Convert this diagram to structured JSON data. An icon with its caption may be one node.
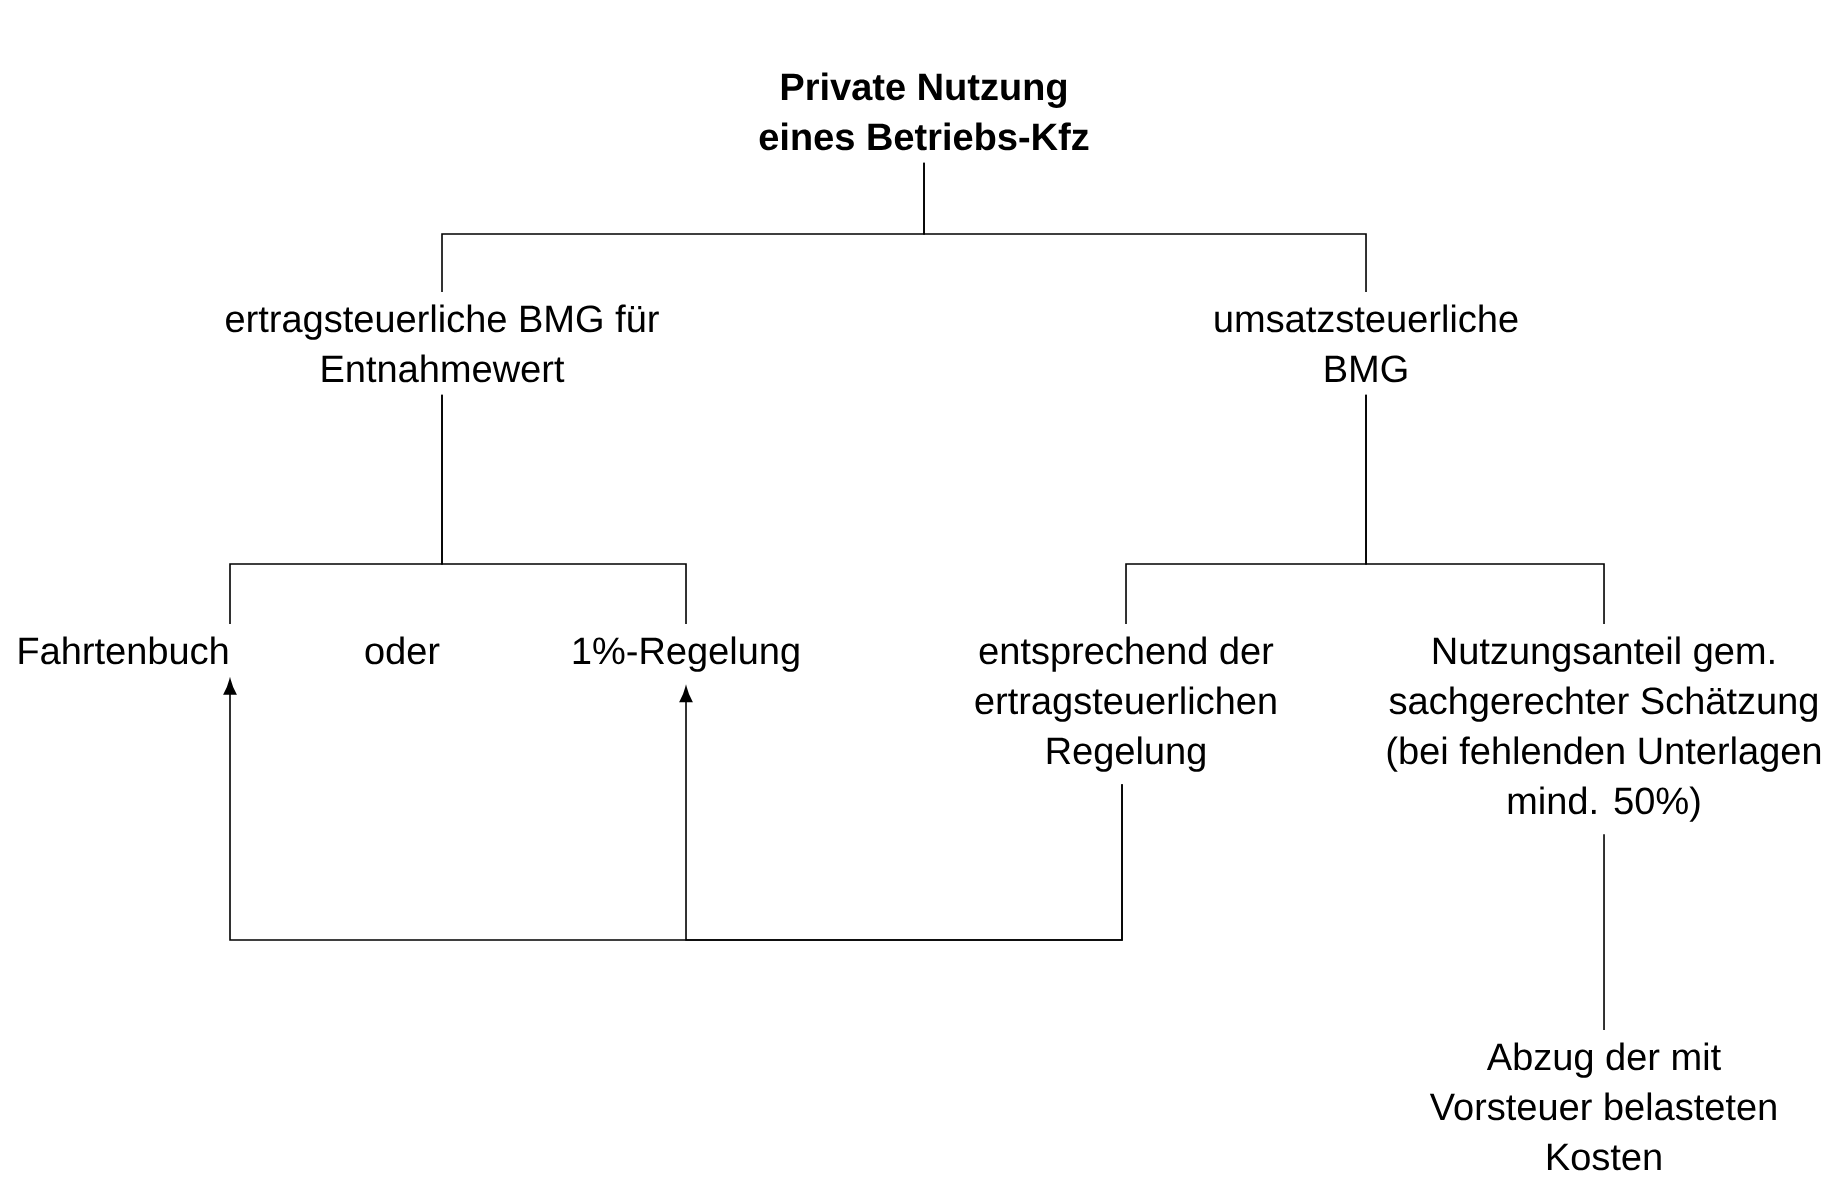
{
  "diagram": {
    "nodes": [
      {
        "text": [
          "Private Nutzung eines Betriebs-Kfz"
        ]
      },
      {
        "text": [
          "ertragsteuerliche BMG für Entnahmewert"
        ]
      },
      {
        "text": [
          "umsatzsteuerliche BMG"
        ]
      },
      {
        "text": [
          "Fahrtenbuch"
        ]
      },
      {
        "text": [
          "1%-Regelung"
        ]
      },
      {
        "text": [
          "entsprechend der ertragsteuerlichen Regelung"
        ]
      },
      {
        "text": [
          "Nutzungsanteil gem. sachgerechter Schätzung (bei fehlenden Unterlagen mind. 50%)"
        ]
      },
      {
        "text": [
          "Abzug der mit Vorsteuer belasteten Kosten"
        ]
      }
    ],
    "edges": [
      {
        "from": 0,
        "to": 1,
        "arrow": "none"
      },
      {
        "from": 0,
        "to": 2,
        "arrow": "none"
      },
      {
        "from": 1,
        "to": 3,
        "arrow": "none"
      },
      {
        "from": 1,
        "to": 4,
        "arrow": "none"
      },
      {
        "from": 2,
        "to": 5,
        "arrow": "none"
      },
      {
        "from": 2,
        "to": 6,
        "arrow": "none"
      },
      {
        "from": 5,
        "to": 3,
        "arrow": "to"
      },
      {
        "from": 5,
        "to": 4,
        "arrow": "to"
      },
      {
        "from": 6,
        "to": 7,
        "arrow": "none"
      }
    ],
    "labels": [
      "oder"
    ]
  }
}
